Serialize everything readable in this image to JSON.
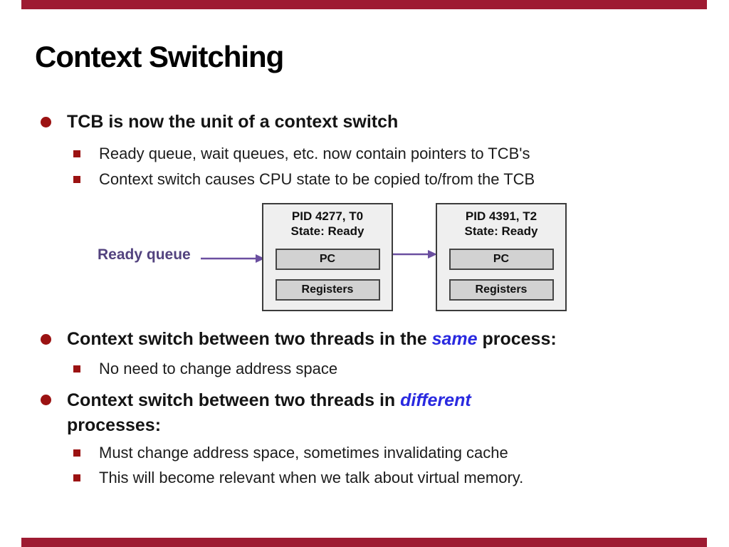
{
  "slide": {
    "title": "Context Switching",
    "bullet1": "TCB is now the unit of a context switch",
    "sub1a": "Ready queue, wait queues, etc. now contain pointers to TCB's",
    "sub1b": "Context switch causes CPU state to be copied to/from the TCB",
    "bullet2": {
      "pre": "Context switch between two threads in the ",
      "highlight": "same",
      "post": " process:"
    },
    "sub2a": "No need to change address space",
    "bullet3": {
      "pre": "Context switch between two threads in ",
      "highlight": "different",
      "post": " processes:"
    },
    "sub3a": "Must change address space, sometimes invalidating cache",
    "sub3b": "This will become relevant when we talk about virtual memory."
  },
  "diagram": {
    "queue_label": "Ready queue",
    "threads": [
      {
        "pid_line": "PID 4277, T0",
        "state_line": "State: Ready",
        "fields": [
          "PC",
          "Registers"
        ]
      },
      {
        "pid_line": "PID 4391, T2",
        "state_line": "State: Ready",
        "fields": [
          "PC",
          "Registers"
        ]
      }
    ]
  },
  "colors": {
    "bar": "#9E1B32",
    "bullet": "#9B1212",
    "highlight_blue": "#2929E0",
    "purple_label": "#53437F",
    "purple_arrow": "#6B4FA0"
  }
}
